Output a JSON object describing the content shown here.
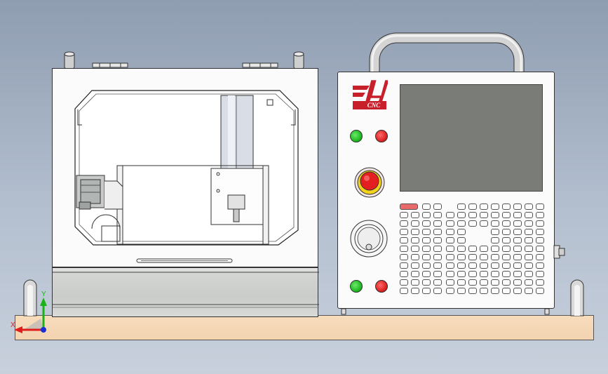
{
  "logo": {
    "mark": "H",
    "wordmark": "CNC",
    "colors": {
      "primary": "#c8202a",
      "secondary": "#ffffff"
    }
  },
  "panel": {
    "buttons": [
      {
        "name": "cycle-start",
        "color": "#1db51d"
      },
      {
        "name": "feed-hold",
        "color": "#d81a1a"
      },
      {
        "name": "emergency-stop",
        "color": "#e01c1c",
        "ring": "#f2d21b"
      },
      {
        "name": "aux-green",
        "color": "#1db51d"
      },
      {
        "name": "aux-red",
        "color": "#d81a1a"
      }
    ],
    "screen_color": "#7a7c78"
  },
  "axes": {
    "x_label": "X",
    "y_label": "Y",
    "colors": {
      "x": "#e01c1c",
      "y": "#19b319",
      "z": "#1a2ed8"
    }
  },
  "colors": {
    "background": "#a9b5c6",
    "baseplate": "#f5d8b5",
    "enclosure": "#fbfbfb",
    "machine_base": "#cfd2cf"
  }
}
